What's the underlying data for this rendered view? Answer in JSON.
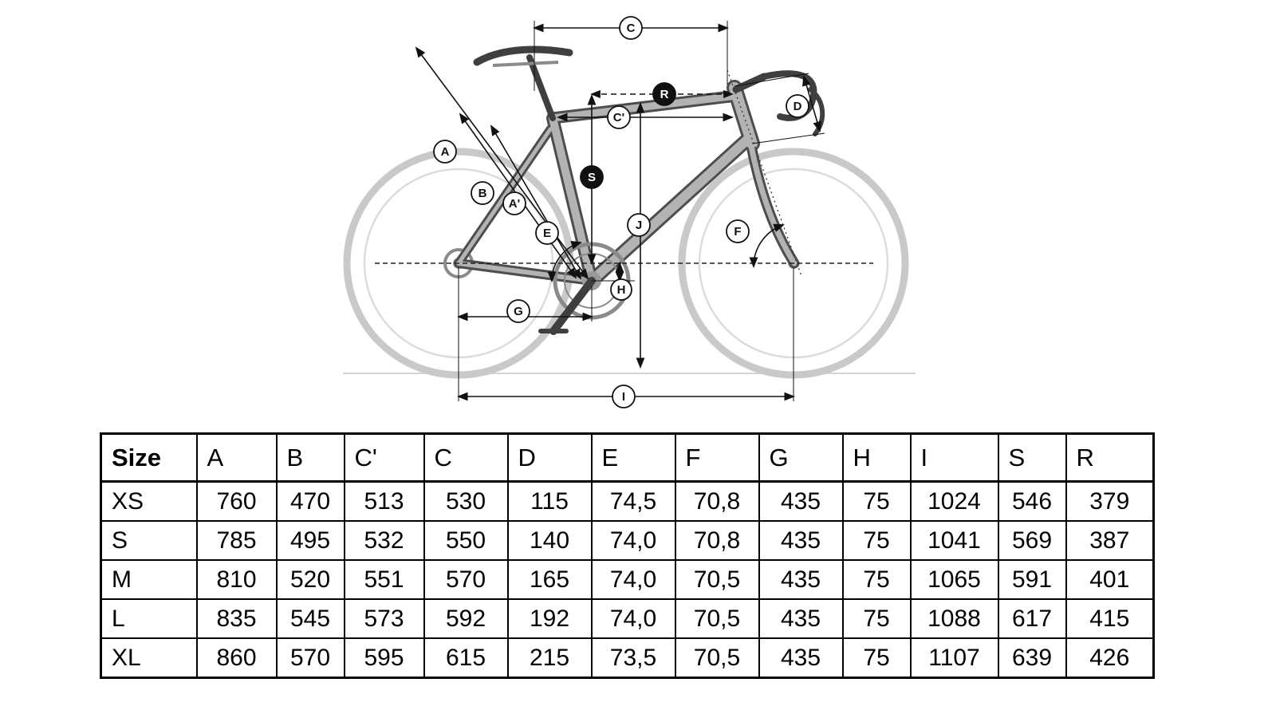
{
  "diagram": {
    "labels": {
      "A": "A",
      "B": "B",
      "Aprime": "A'",
      "C": "C",
      "Cprime": "C'",
      "D": "D",
      "E": "E",
      "F": "F",
      "G": "G",
      "H": "H",
      "I": "I",
      "J": "J",
      "S": "S",
      "R": "R"
    }
  },
  "table": {
    "headers": [
      "Size",
      "A",
      "B",
      "C'",
      "C",
      "D",
      "E",
      "F",
      "G",
      "H",
      "I",
      "S",
      "R"
    ],
    "rows": [
      [
        "XS",
        "760",
        "470",
        "513",
        "530",
        "115",
        "74,5",
        "70,8",
        "435",
        "75",
        "1024",
        "546",
        "379"
      ],
      [
        "S",
        "785",
        "495",
        "532",
        "550",
        "140",
        "74,0",
        "70,8",
        "435",
        "75",
        "1041",
        "569",
        "387"
      ],
      [
        "M",
        "810",
        "520",
        "551",
        "570",
        "165",
        "74,0",
        "70,5",
        "435",
        "75",
        "1065",
        "591",
        "401"
      ],
      [
        "L",
        "835",
        "545",
        "573",
        "592",
        "192",
        "74,0",
        "70,5",
        "435",
        "75",
        "1088",
        "617",
        "415"
      ],
      [
        "XL",
        "860",
        "570",
        "595",
        "615",
        "215",
        "73,5",
        "70,5",
        "435",
        "75",
        "1107",
        "639",
        "426"
      ]
    ]
  }
}
